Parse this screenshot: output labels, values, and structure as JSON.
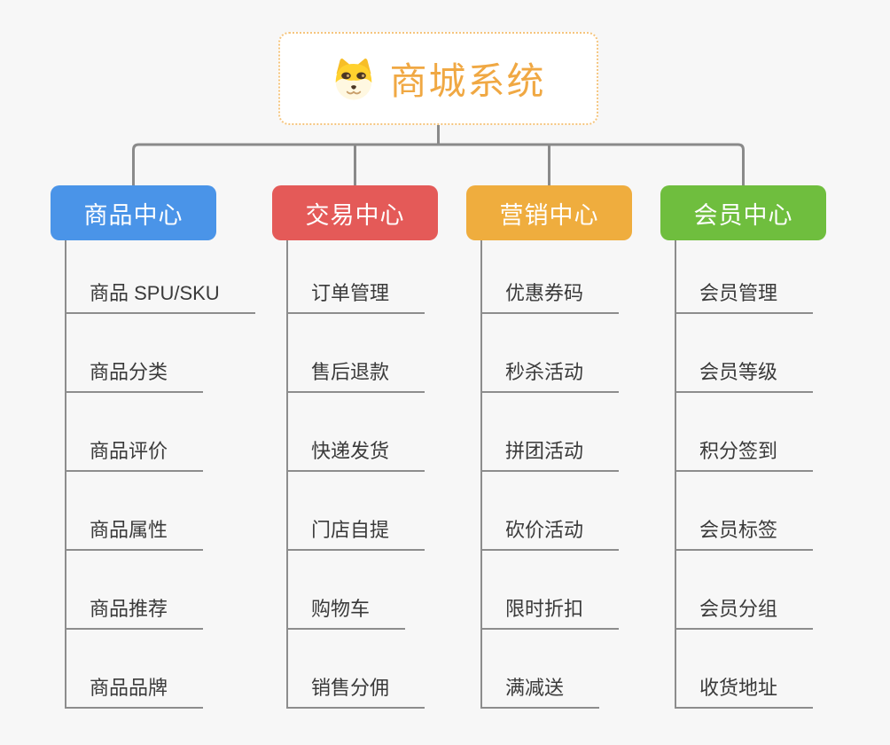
{
  "root": {
    "title": "商城系统",
    "icon": "dog-face-icon",
    "title_color": "#f0a843",
    "border_color": "#f5c57e"
  },
  "connector_color": "#8a8a8a",
  "line_color": "#8d8d8d",
  "branches": [
    {
      "label": "商品中心",
      "color": "#4a94e8",
      "items": [
        "商品 SPU/SKU",
        "商品分类",
        "商品评价",
        "商品属性",
        "商品推荐",
        "商品品牌"
      ]
    },
    {
      "label": "交易中心",
      "color": "#e45a58",
      "items": [
        "订单管理",
        "售后退款",
        "快递发货",
        "门店自提",
        "购物车",
        "销售分佣"
      ]
    },
    {
      "label": "营销中心",
      "color": "#efad3e",
      "items": [
        "优惠券码",
        "秒杀活动",
        "拼团活动",
        "砍价活动",
        "限时折扣",
        "满减送"
      ]
    },
    {
      "label": "会员中心",
      "color": "#6fbe3e",
      "items": [
        "会员管理",
        "会员等级",
        "积分签到",
        "会员标签",
        "会员分组",
        "收货地址"
      ]
    }
  ]
}
